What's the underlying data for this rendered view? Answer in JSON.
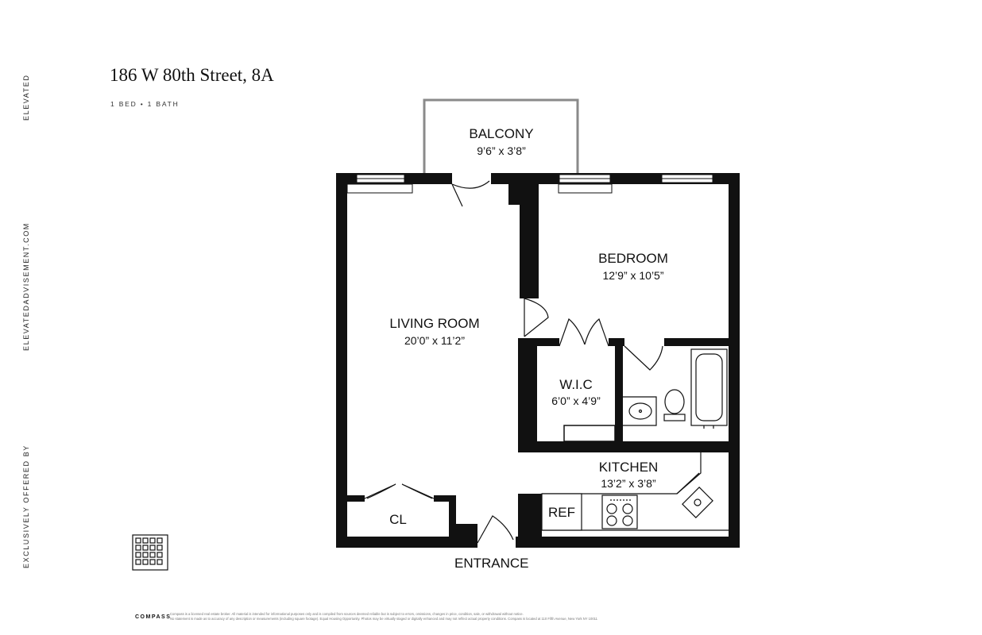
{
  "brand": {
    "side_top": "ELEVATED",
    "side_mid": "ELEVATEDADVISEMENT.COM",
    "side_bottom": "EXCLUSIVELY OFFERED BY"
  },
  "listing": {
    "address": "186 W 80th Street, 8A",
    "summary": "1 BED • 1 BATH"
  },
  "rooms": {
    "balcony": {
      "name": "BALCONY",
      "dims": "9’6” x 3’8”"
    },
    "living": {
      "name": "LIVING ROOM",
      "dims": "20’0” x 11’2”"
    },
    "bedroom": {
      "name": "BEDROOM",
      "dims": "12’9” x 10’5”"
    },
    "wic": {
      "name": "W.I.C",
      "dims": "6’0” x 4’9”"
    },
    "kitchen": {
      "name": "KITCHEN",
      "dims": "13’2” x 3’8”"
    },
    "closet": {
      "name": "CL"
    },
    "ref": {
      "name": "REF"
    }
  },
  "entrance_label": "ENTRANCE",
  "footer": {
    "logo": "COMPASS",
    "disclaimer_1": "Compass is a licensed real estate broker. All material is intended for informational purposes only and is compiled from sources deemed reliable but is subject to errors, omissions, changes in price, condition, sale, or withdrawal without notice.",
    "disclaimer_2": "No statement is made as to accuracy of any description or measurements (including square footage). Equal Housing Opportunity. Photos may be virtually staged or digitally enhanced and may not reflect actual property conditions. Compass is located at 110 Fifth Avenue, New York NY 10011"
  },
  "colors": {
    "wall": "#111111",
    "balcony_wall": "#8a8a8a",
    "fixture": "#222222"
  }
}
